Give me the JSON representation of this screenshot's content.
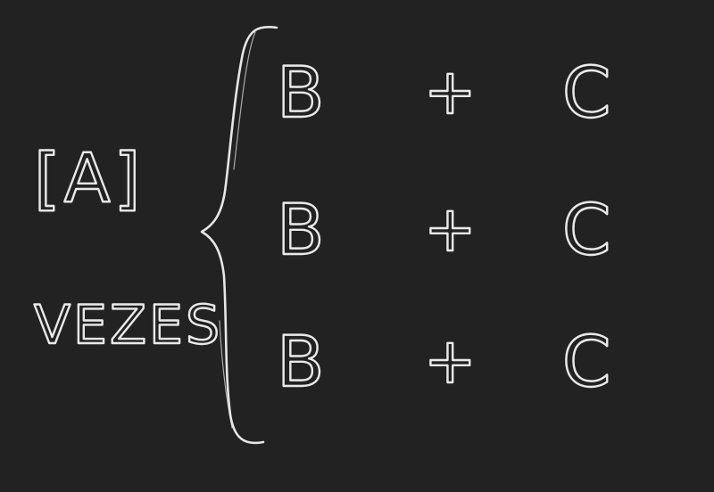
{
  "left_label": {
    "line1": "[A]",
    "line2": "VEZES"
  },
  "rows": [
    {
      "left": "B",
      "operator": "+",
      "right": "C"
    },
    {
      "left": "B",
      "operator": "+",
      "right": "C"
    },
    {
      "left": "B",
      "operator": "+",
      "right": "C"
    }
  ],
  "colors": {
    "background": "#222222",
    "chalk": "#e9e9e9"
  }
}
